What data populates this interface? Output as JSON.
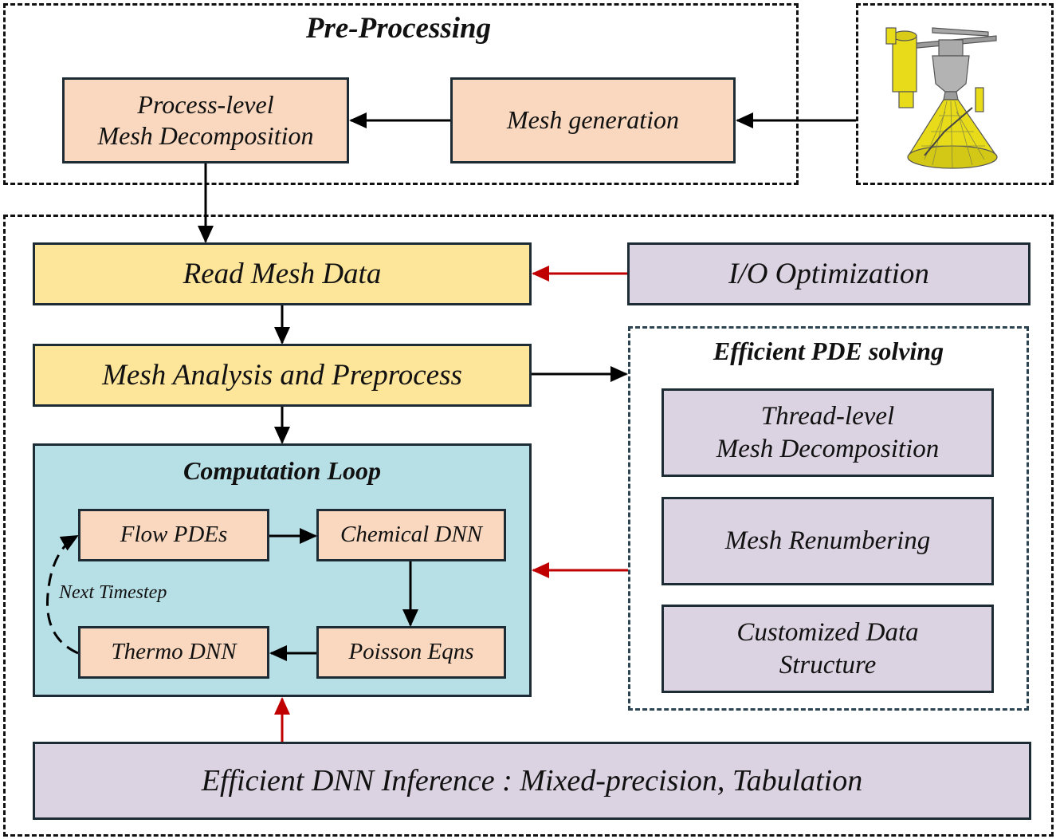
{
  "preprocessing": {
    "title": "Pre-Processing",
    "process_level": [
      "Process-level",
      "Mesh Decomposition"
    ],
    "mesh_generation": "Mesh generation"
  },
  "main": {
    "read_mesh": "Read Mesh Data",
    "mesh_analysis": "Mesh Analysis and Preprocess",
    "io_optimization": "I/O Optimization",
    "computation_loop": {
      "title": "Computation Loop",
      "flow_pdes": "Flow PDEs",
      "chemical_dnn": "Chemical DNN",
      "thermo_dnn": "Thermo DNN",
      "poisson_eqns": "Poisson Eqns",
      "next_timestep": "Next Timestep"
    },
    "efficient_pde": {
      "title": "Efficient PDE solving",
      "thread_level": [
        "Thread-level",
        "Mesh Decomposition"
      ],
      "renumbering": "Mesh Renumbering",
      "custom_data": [
        "Customized Data",
        "Structure"
      ]
    },
    "dnn_inference": "Efficient DNN Inference : Mixed-precision, Tabulation"
  },
  "colors": {
    "peach": "#f9d8bf",
    "yellow": "#fde599",
    "lavender": "#dcd3e2",
    "loop_blue": "#b7dfe6",
    "red_arrow": "#c00000",
    "engine_yellow": "#e8dc1a"
  },
  "icons": {
    "engine": "rocket-engine-mesh-icon"
  }
}
